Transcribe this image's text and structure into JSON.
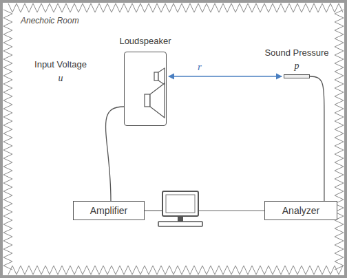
{
  "diagram": {
    "nodes": [
      {
        "text": [
          "Anechoic Room"
        ]
      },
      {
        "text": [
          "Loudspeaker"
        ],
        "in": 0
      },
      {
        "text": [
          "Sound Pressure",
          "p"
        ],
        "in": 0
      },
      {
        "text": [
          "Amplifier"
        ],
        "in": 0
      },
      {
        "text": [
          "Analyzer"
        ],
        "in": 0
      }
    ],
    "edges": [
      {
        "from": 1,
        "to": 2,
        "label": "r",
        "arrow": "both"
      },
      {
        "from": 1,
        "to": 3,
        "arrow": "none"
      },
      {
        "from": 2,
        "to": 4,
        "arrow": "none"
      }
    ],
    "labels": [
      "Input Voltage",
      "u"
    ]
  }
}
